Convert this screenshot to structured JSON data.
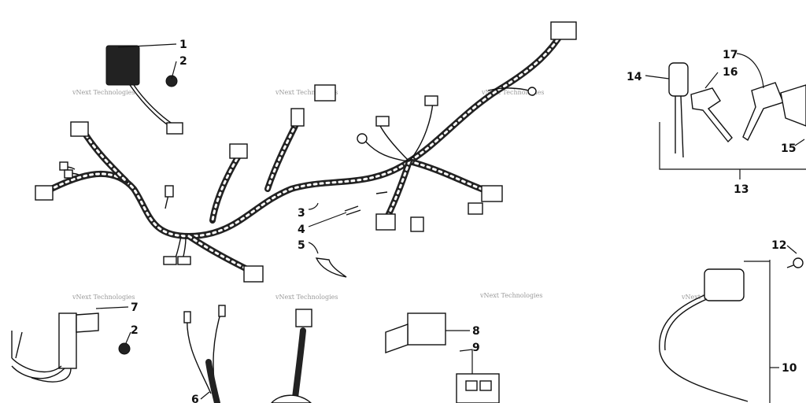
{
  "callouts": {
    "c1": "1",
    "c2a": "2",
    "c2b": "2",
    "c3": "3",
    "c4": "4",
    "c5": "5",
    "c6": "6",
    "c7": "7",
    "c8": "8",
    "c9": "9",
    "c10": "10",
    "c12": "12",
    "c13": "13",
    "c14": "14",
    "c15": "15",
    "c16": "16",
    "c17": "17"
  },
  "watermark": "vNext Technologies"
}
